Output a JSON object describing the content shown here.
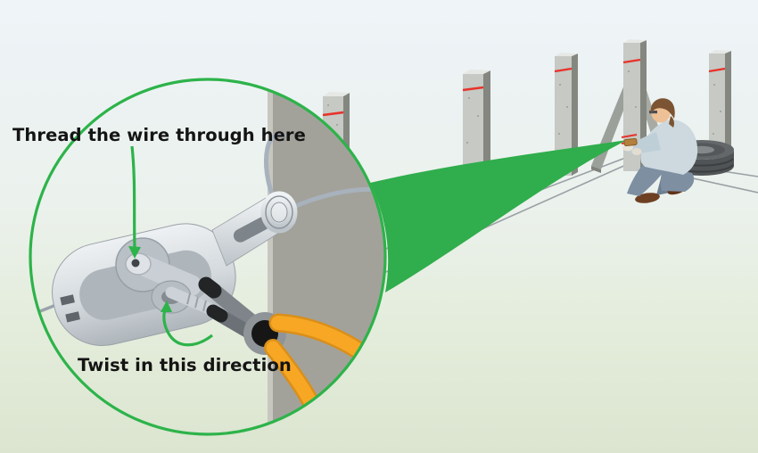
{
  "figure": {
    "type": "fence-wire-strainer-installation-illustration",
    "callouts": {
      "thread_label": "Thread the wire through here",
      "twist_label": "Twist in this direction"
    },
    "icons": {
      "thread_arrow_icon": "green-arrow-pointing-to-spindle-hole",
      "twist_arrow_icon": "green-curved-rotation-arrow",
      "magnifier_circle": "green-zoom-circle"
    },
    "colors": {
      "accent_green": "#2db34a",
      "sightline_green": "#30ad4c",
      "marker_red": "#e8322a",
      "pliers_handle_yellow": "#f7a723",
      "wire_gray": "#a8b2bd",
      "background_top": "#eef4f8",
      "background_bottom": "#dbe5cf"
    }
  }
}
